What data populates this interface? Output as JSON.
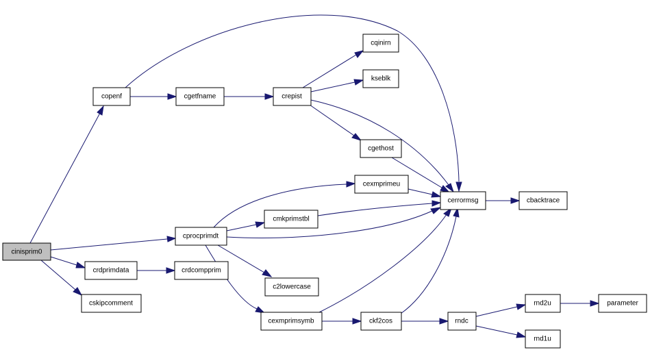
{
  "graph": {
    "edge_color": "#191970",
    "root_fill": "#bfbfbf",
    "nodes": {
      "cinisprim0": "cinisprim0",
      "copenf": "copenf",
      "cgetfname": "cgetfname",
      "crepist": "crepist",
      "cqinirn": "cqinirn",
      "kseblk": "kseblk",
      "cgethost": "cgethost",
      "cexmprimeu": "cexmprimeu",
      "cerrormsg": "cerrormsg",
      "cbacktrace": "cbacktrace",
      "cmkprimstbl": "cmkprimstbl",
      "cprocprimdt": "cprocprimdt",
      "crdprimdata": "crdprimdata",
      "crdcompprim": "crdcompprim",
      "c2lowercase": "c2lowercase",
      "cskipcomment": "cskipcomment",
      "cexmprimsymb": "cexmprimsymb",
      "ckf2cos": "ckf2cos",
      "rndc": "rndc",
      "rnd2u": "rnd2u",
      "parameter": "parameter",
      "rnd1u": "rnd1u"
    },
    "edges": [
      [
        "cinisprim0",
        "copenf"
      ],
      [
        "cinisprim0",
        "cprocprimdt"
      ],
      [
        "cinisprim0",
        "crdprimdata"
      ],
      [
        "cinisprim0",
        "cskipcomment"
      ],
      [
        "copenf",
        "cgetfname"
      ],
      [
        "copenf",
        "cerrormsg"
      ],
      [
        "cgetfname",
        "crepist"
      ],
      [
        "crepist",
        "cqinirn"
      ],
      [
        "crepist",
        "kseblk"
      ],
      [
        "crepist",
        "cgethost"
      ],
      [
        "crepist",
        "cerrormsg"
      ],
      [
        "cgethost",
        "cerrormsg"
      ],
      [
        "cexmprimeu",
        "cerrormsg"
      ],
      [
        "cmkprimstbl",
        "cerrormsg"
      ],
      [
        "cerrormsg",
        "cbacktrace"
      ],
      [
        "cprocprimdt",
        "cexmprimeu"
      ],
      [
        "cprocprimdt",
        "cmkprimstbl"
      ],
      [
        "cprocprimdt",
        "cerrormsg"
      ],
      [
        "cprocprimdt",
        "c2lowercase"
      ],
      [
        "cprocprimdt",
        "cexmprimsymb"
      ],
      [
        "crdprimdata",
        "crdcompprim"
      ],
      [
        "cexmprimsymb",
        "cerrormsg"
      ],
      [
        "cexmprimsymb",
        "ckf2cos"
      ],
      [
        "ckf2cos",
        "cerrormsg"
      ],
      [
        "ckf2cos",
        "rndc"
      ],
      [
        "rndc",
        "rnd2u"
      ],
      [
        "rndc",
        "rnd1u"
      ],
      [
        "rnd2u",
        "parameter"
      ]
    ]
  }
}
